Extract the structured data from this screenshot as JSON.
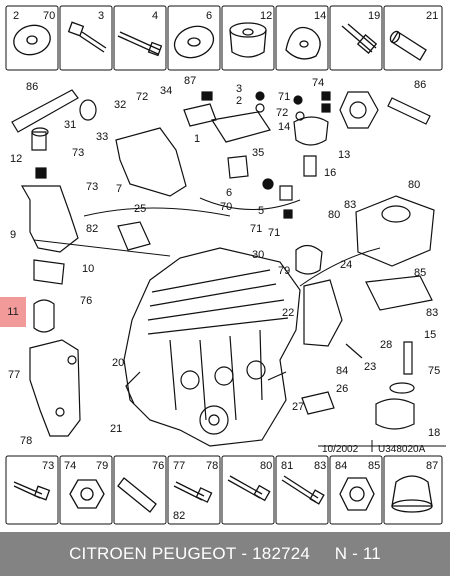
{
  "top_row_numbers": [
    "2",
    "70",
    "3",
    "4",
    "6",
    "12",
    "14",
    "19",
    "21"
  ],
  "bottom_row_numbers": [
    "73",
    "74",
    "79",
    "76",
    "77",
    "78",
    "82",
    "80",
    "81",
    "83",
    "84",
    "85",
    "87"
  ],
  "callouts": [
    "86",
    "32",
    "31",
    "33",
    "12",
    "73",
    "73",
    "9",
    "10",
    "11",
    "76",
    "77",
    "20",
    "78",
    "21",
    "72",
    "34",
    "87",
    "3",
    "2",
    "1",
    "7",
    "35",
    "6",
    "70",
    "5",
    "71",
    "74",
    "71",
    "72",
    "86",
    "14",
    "13",
    "16",
    "25",
    "82",
    "30",
    "79",
    "22",
    "84",
    "23",
    "26",
    "27",
    "83",
    "80",
    "80",
    "24",
    "85",
    "83",
    "28",
    "15",
    "75",
    "18",
    "71"
  ],
  "highlighted_part": "11",
  "drawing_code": "U348020A",
  "date_code": "10/2002",
  "footer": {
    "brand": "CITROEN PEUGEOT",
    "separator": " - ",
    "part_number": "182724",
    "gap": "     ",
    "position": "N - 11"
  },
  "colors": {
    "highlight": "#f29a9a",
    "footer_bg": "#838383",
    "ink": "#111111"
  }
}
